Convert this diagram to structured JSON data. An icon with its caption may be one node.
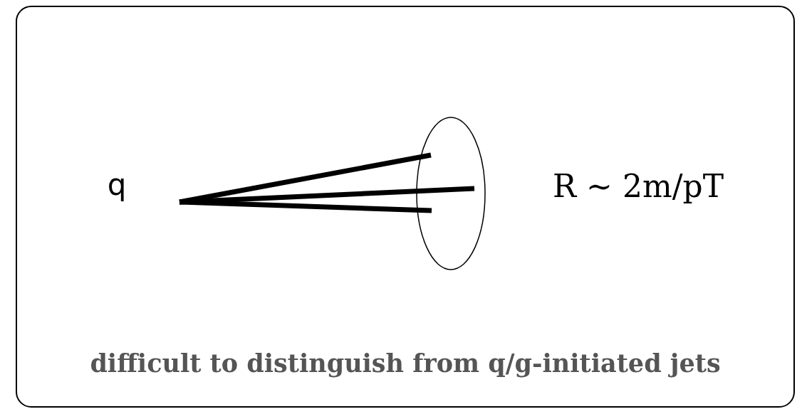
{
  "diagram": {
    "nodes": [
      {
        "text": [
          "q"
        ]
      },
      {
        "text": [],
        "shape": "ellipse"
      }
    ],
    "edges": [
      {
        "from": 0,
        "to": 1,
        "arrow": "none"
      },
      {
        "from": 0,
        "to": 1,
        "arrow": "none"
      },
      {
        "from": 0,
        "to": 1,
        "arrow": "none"
      }
    ],
    "labels": [
      "R ∼ 2m/pT",
      "difficult to distinguish from q/g-initiated jets"
    ]
  }
}
